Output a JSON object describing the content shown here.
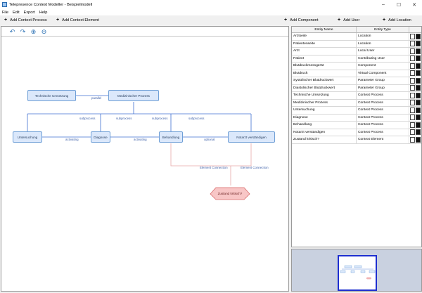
{
  "window": {
    "title": "Telepresence Context Modeller - Beispielmodell",
    "controls": [
      "–",
      "☐",
      "✕"
    ]
  },
  "menu": [
    "File",
    "Edit",
    "Export",
    "Help"
  ],
  "toolbar": {
    "add_context_process": "Add Context Process",
    "add_context_element": "Add Context Element",
    "add_component": "Add Component",
    "add_user": "Add User",
    "add_location": "Add Location"
  },
  "canvas_tools": [
    "undo-icon",
    "redo-icon",
    "zoom-in-icon",
    "zoom-out-icon"
  ],
  "diagram": {
    "nodes": {
      "technische": "Technische Umsetzung",
      "medizinisch": "Medizinischer Prozess",
      "untersuchung": "Untersuchung",
      "diagnose": "Diagnose",
      "behandlung": "Behandlung",
      "notarzt": "Notarzt verständigen",
      "zustand": "Zustand kritisch?"
    },
    "labels": {
      "parallel": "parallel",
      "subprocess": "subprocess",
      "activating": "activating",
      "optional": "optional",
      "element_connection": "Element Connection"
    }
  },
  "table": {
    "columns": [
      "Entity Name",
      "Entity Type"
    ],
    "rows": [
      {
        "name": "Arztseite",
        "type": "Location"
      },
      {
        "name": "Patientenseite",
        "type": "Location"
      },
      {
        "name": "Arzt",
        "type": "Local User"
      },
      {
        "name": "Patient",
        "type": "Contributing User"
      },
      {
        "name": "Blutdruckmessgerät",
        "type": "Component"
      },
      {
        "name": "Blutdruck",
        "type": "Virtual Component"
      },
      {
        "name": "Systolischer Blutdruckwert",
        "type": "Parameter Group"
      },
      {
        "name": "Diastolischer Blutdruckwert",
        "type": "Parameter Group"
      },
      {
        "name": "Technische Umsetzung",
        "type": "Context Process"
      },
      {
        "name": "Medizinischer Prozess",
        "type": "Context Process"
      },
      {
        "name": "Untersuchung",
        "type": "Context Process"
      },
      {
        "name": "Diagnose",
        "type": "Context Process"
      },
      {
        "name": "Behandlung",
        "type": "Context Process"
      },
      {
        "name": "Notarzt verständigen",
        "type": "Context Process"
      },
      {
        "name": "Zustand kritisch?",
        "type": "Context Element"
      }
    ]
  },
  "colors": {
    "node_fill": "#dbe8fb",
    "node_border": "#6f9fd6",
    "edge": "#3f6fd0",
    "element_edge": "#e7a9a9",
    "hexagon_fill": "#f8c6c6",
    "overview_bg": "#c9d1e0",
    "overview_frame": "#1e2fd0"
  }
}
